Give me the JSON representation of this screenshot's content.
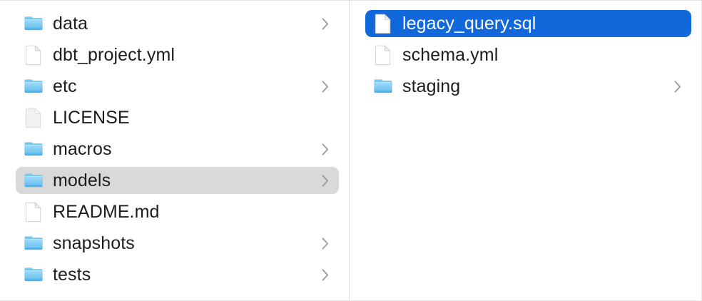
{
  "window": {
    "title": "Finder Column View",
    "view_mode": "column"
  },
  "colors": {
    "selection_active": "#1068da",
    "selection_inactive": "#d9d9d9",
    "text": "#1d1d1f",
    "text_selected": "#ffffff",
    "folder_blue": "#53b9f0",
    "divider": "#dcdcdc",
    "background": "#ffffff"
  },
  "columns": [
    {
      "name": "project-root-column",
      "items": [
        {
          "label": "data",
          "type": "folder",
          "icon": "folder-icon",
          "has_chevron": true,
          "selected": false
        },
        {
          "label": "dbt_project.yml",
          "type": "file",
          "icon": "document-icon",
          "has_chevron": false,
          "selected": false
        },
        {
          "label": "etc",
          "type": "folder",
          "icon": "folder-icon",
          "has_chevron": true,
          "selected": false
        },
        {
          "label": "LICENSE",
          "type": "file",
          "icon": "generic-document-icon",
          "has_chevron": false,
          "selected": false
        },
        {
          "label": "macros",
          "type": "folder",
          "icon": "folder-icon",
          "has_chevron": true,
          "selected": false
        },
        {
          "label": "models",
          "type": "folder",
          "icon": "folder-icon",
          "has_chevron": true,
          "selected": true,
          "selection_state": "inactive"
        },
        {
          "label": "README.md",
          "type": "file",
          "icon": "document-icon",
          "has_chevron": false,
          "selected": false
        },
        {
          "label": "snapshots",
          "type": "folder",
          "icon": "folder-icon",
          "has_chevron": true,
          "selected": false
        },
        {
          "label": "tests",
          "type": "folder",
          "icon": "folder-icon",
          "has_chevron": true,
          "selected": false
        }
      ]
    },
    {
      "name": "models-column",
      "items": [
        {
          "label": "legacy_query.sql",
          "type": "file",
          "icon": "document-icon",
          "has_chevron": false,
          "selected": true,
          "selection_state": "active"
        },
        {
          "label": "schema.yml",
          "type": "file",
          "icon": "document-icon",
          "has_chevron": false,
          "selected": false
        },
        {
          "label": "staging",
          "type": "folder",
          "icon": "folder-icon",
          "has_chevron": true,
          "selected": false
        }
      ]
    }
  ]
}
